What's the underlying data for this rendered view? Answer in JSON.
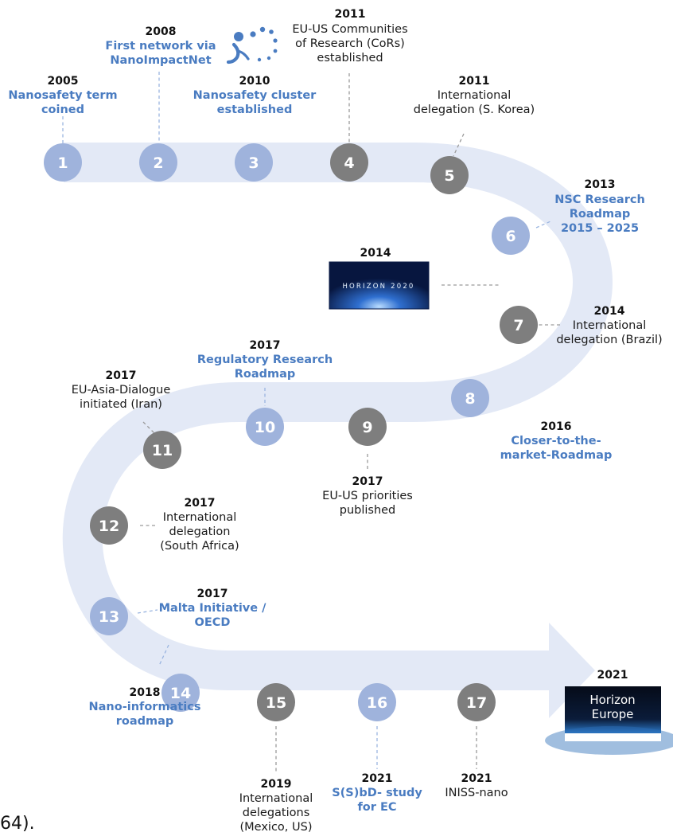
{
  "colors": {
    "band": "#e3e9f6",
    "blue_node": "#9fb3dc",
    "grey_node": "#7e7e7e",
    "blue_text": "#4a7cc1"
  },
  "milestones": [
    {
      "n": "1",
      "year": "2005",
      "lines": [
        "Nanosafety term",
        "coined"
      ],
      "style": "blue"
    },
    {
      "n": "2",
      "year": "2008",
      "lines": [
        "First network via",
        "NanoImpactNet"
      ],
      "style": "blue"
    },
    {
      "n": "3",
      "year": "2010",
      "lines": [
        "Nanosafety cluster",
        "established"
      ],
      "style": "blue"
    },
    {
      "n": "4",
      "year": "2011",
      "lines": [
        "EU-US Communities",
        "of Research (CoRs)",
        "established"
      ],
      "style": "grey"
    },
    {
      "n": "5",
      "year": "2011",
      "lines": [
        "International",
        "delegation (S. Korea)"
      ],
      "style": "grey"
    },
    {
      "n": "6",
      "year": "2013",
      "lines": [
        "NSC Research",
        "Roadmap",
        "2015 – 2025"
      ],
      "style": "blue"
    },
    {
      "n": "7",
      "year": "2014",
      "lines": [
        "International",
        "delegation (Brazil)"
      ],
      "style": "grey"
    },
    {
      "n": "8",
      "year": "2016",
      "lines": [
        "Closer-to-the-",
        "market-Roadmap"
      ],
      "style": "blue"
    },
    {
      "n": "9",
      "year": "2017",
      "lines": [
        "EU-US priorities",
        "published"
      ],
      "style": "grey"
    },
    {
      "n": "10",
      "year": "2017",
      "lines": [
        "Regulatory Research",
        "Roadmap"
      ],
      "style": "blue"
    },
    {
      "n": "11",
      "year": "2017",
      "lines": [
        "EU-Asia-Dialogue",
        "initiated (Iran)"
      ],
      "style": "grey"
    },
    {
      "n": "12",
      "year": "2017",
      "lines": [
        "International",
        "delegation",
        "(South Africa)"
      ],
      "style": "grey"
    },
    {
      "n": "13",
      "year": "2017",
      "lines": [
        "Malta Initiative /",
        "OECD"
      ],
      "style": "blue"
    },
    {
      "n": "14",
      "year": "2018",
      "lines": [
        "Nano-informatics",
        "roadmap"
      ],
      "style": "blue"
    },
    {
      "n": "15",
      "year": "2019",
      "lines": [
        "International",
        "delegations",
        "(Mexico, US)"
      ],
      "style": "grey"
    },
    {
      "n": "16",
      "year": "2021",
      "lines": [
        "S(S)bD- study",
        "for EC"
      ],
      "style": "blue"
    },
    {
      "n": "17",
      "year": "2021",
      "lines": [
        "INISS-nano"
      ],
      "style": "grey"
    }
  ],
  "horizon2020": {
    "year": "2014",
    "label": "HORIZON 2020"
  },
  "horizon_europe": {
    "year": "2021",
    "line1": "Horizon",
    "line2": "Europe"
  },
  "caption": "64)."
}
